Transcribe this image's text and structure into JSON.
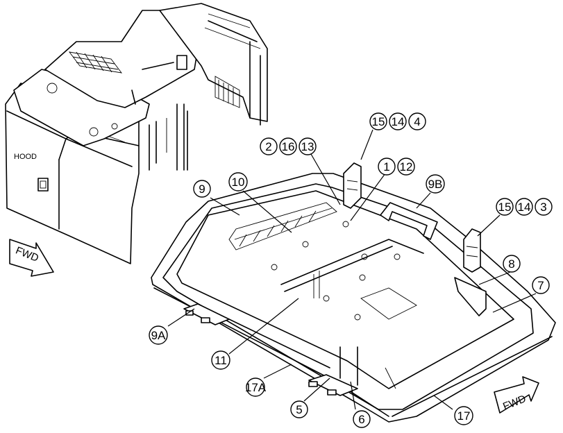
{
  "labels": {
    "hood": "HOOD",
    "fwd_left": "FWD",
    "fwd_right": "FWD"
  },
  "callouts": {
    "c15_a": "15",
    "c14_a": "14",
    "c4": "4",
    "c2": "2",
    "c16": "16",
    "c13": "13",
    "c1": "1",
    "c12": "12",
    "c9b": "9B",
    "c15_b": "15",
    "c14_b": "14",
    "c3": "3",
    "c9": "9",
    "c10": "10",
    "c8": "8",
    "c7": "7",
    "c9a": "9A",
    "c11": "11",
    "c17a": "17A",
    "c5": "5",
    "c6": "6",
    "c17": "17"
  }
}
